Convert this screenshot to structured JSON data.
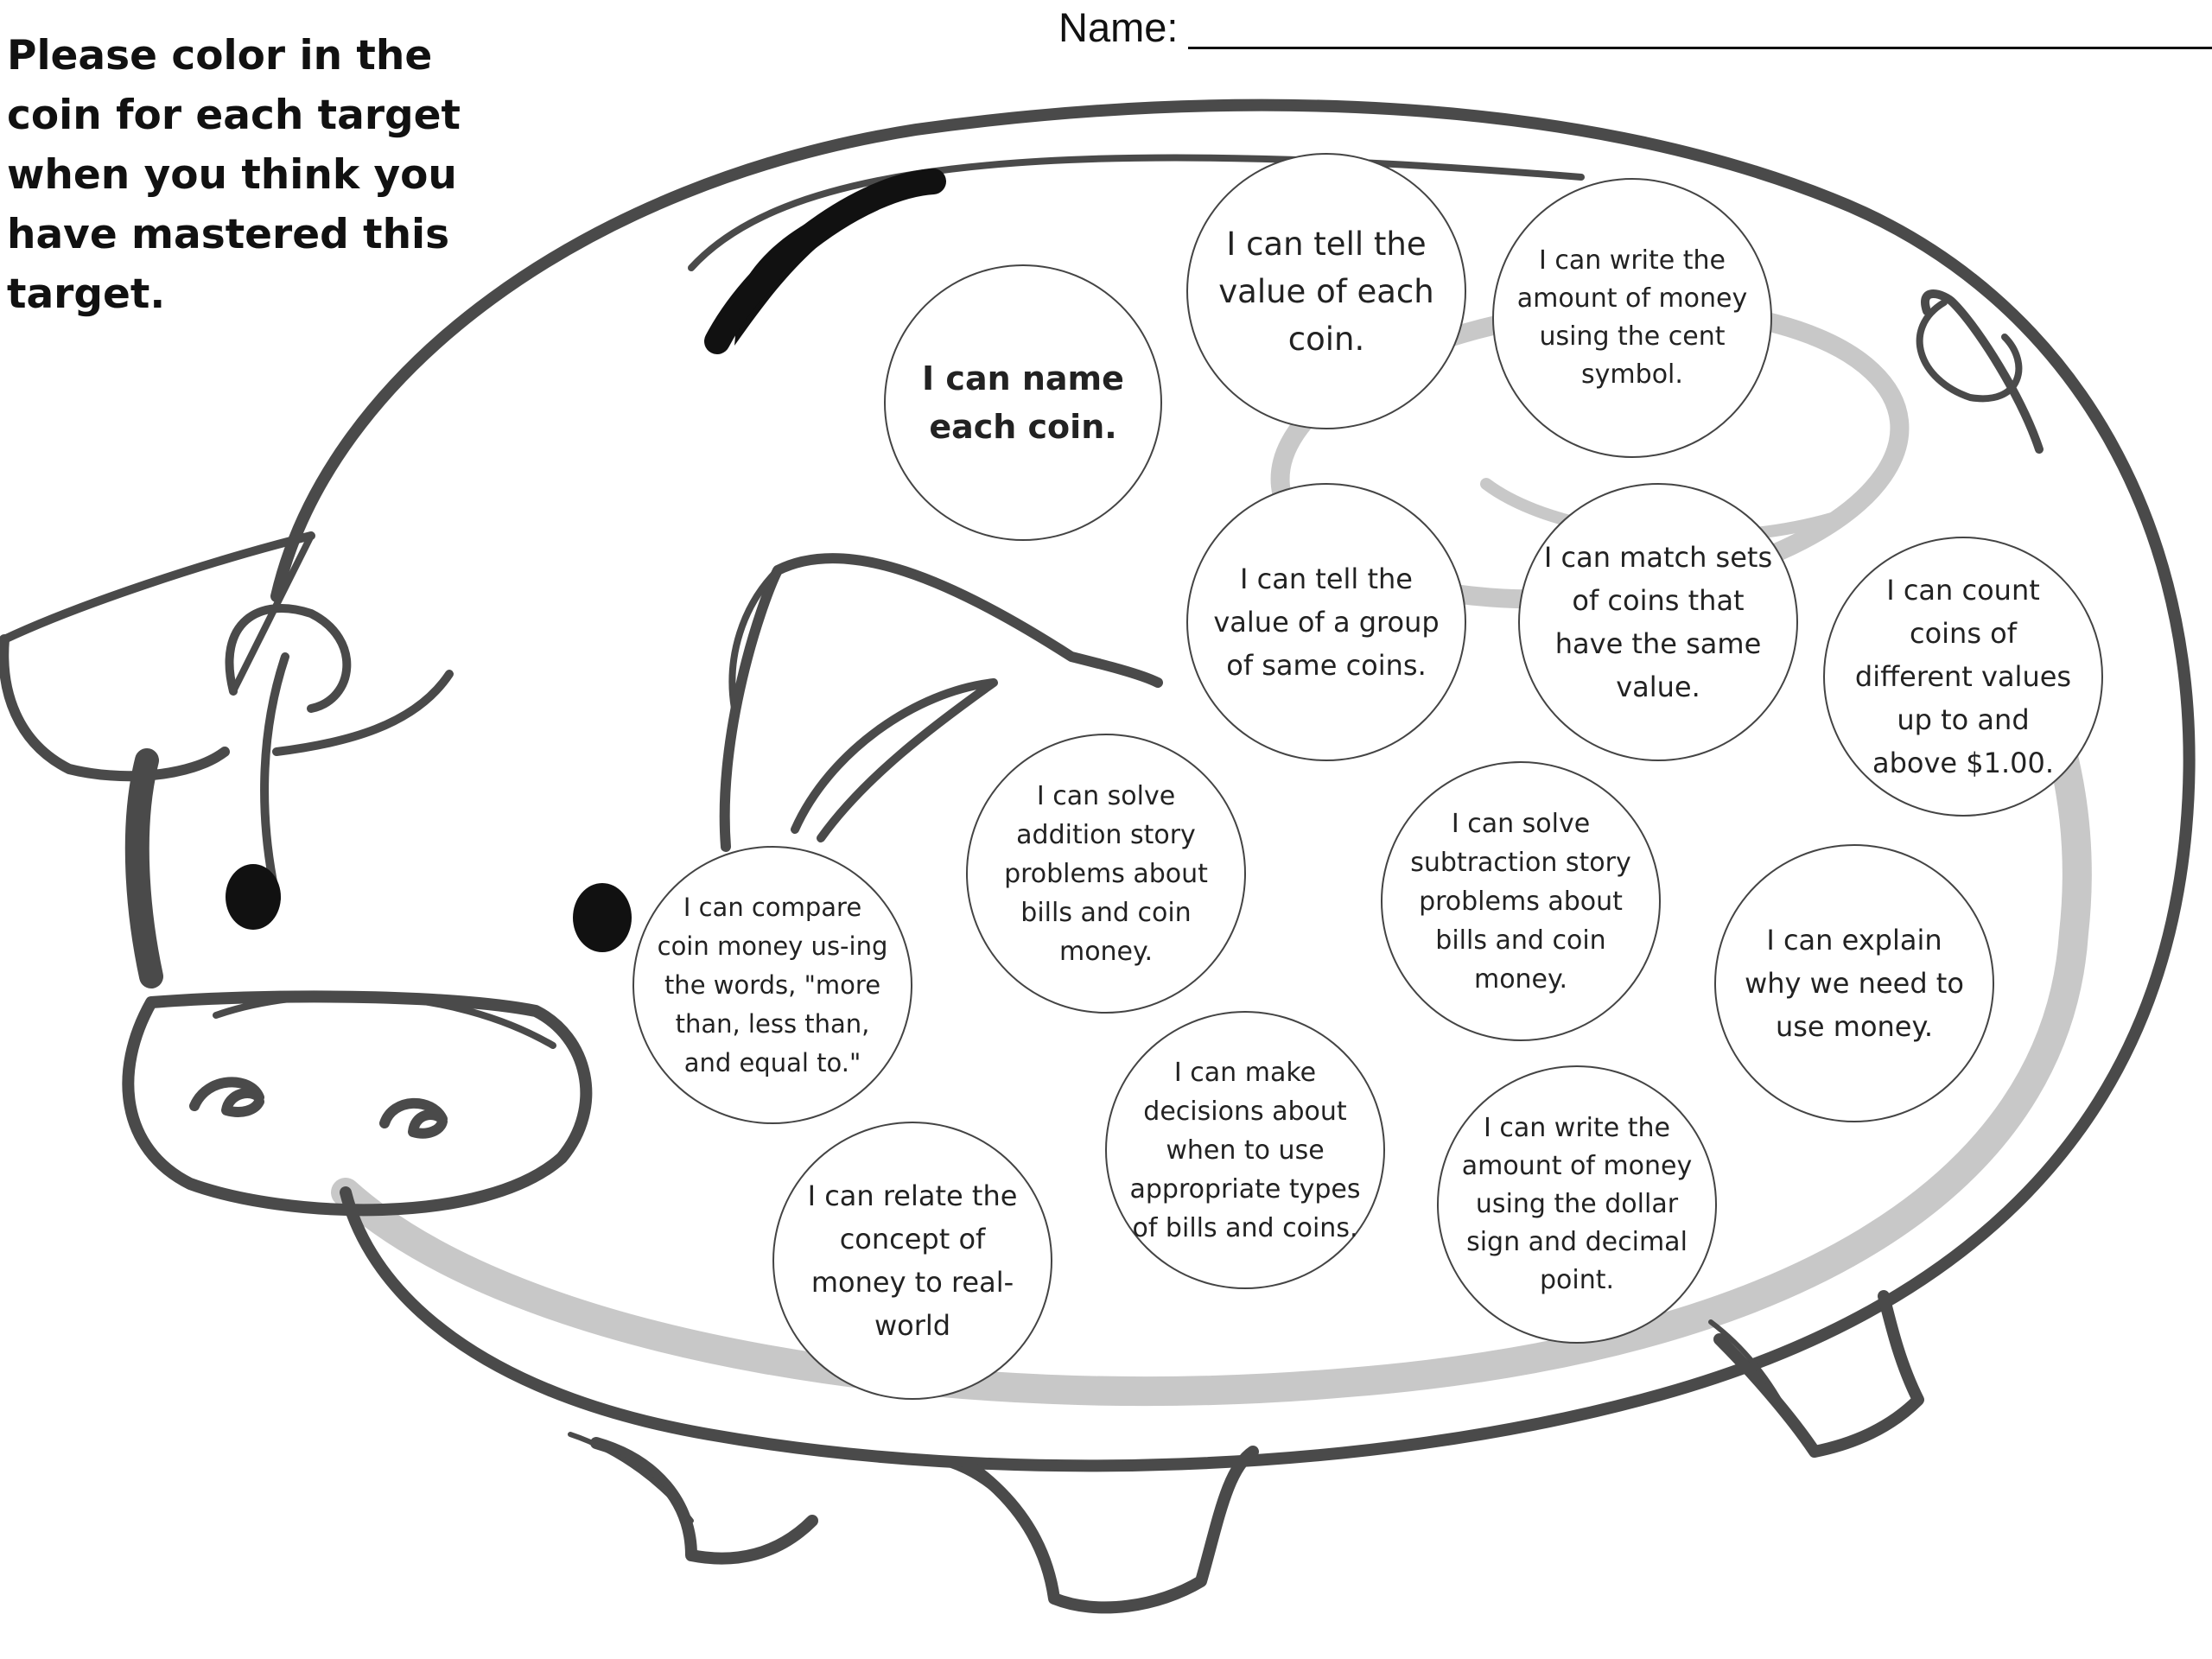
{
  "header": {
    "instructions": "Please color in the coin for each target when you think you have mastered this target.",
    "name_label": "Name:"
  },
  "targets": [
    "I can name each coin.",
    "I  can tell the value of each coin.",
    "I can write the amount of money using the cent symbol.",
    "I can tell the value of a group of same coins.",
    "I can match sets of coins that have the same value.",
    "I can count coins of different values up to and above $1.00.",
    "I  can solve addition story problems about bills and coin money.",
    "I  can solve subtraction story problems about bills and coin money.",
    "I  can explain why we need to use money.",
    "I can compare coin money us-ing the words, \"more than, less than, and equal to.\"",
    "I can make decisions about when to use appropriate types of bills and coins.",
    "I can write the amount of money using the dollar sign and decimal point.",
    "I can relate the concept of money to real-world"
  ],
  "colors": {
    "outline": "#4a4a4a",
    "shadow": "#c8c8c8",
    "ink": "#111111"
  }
}
